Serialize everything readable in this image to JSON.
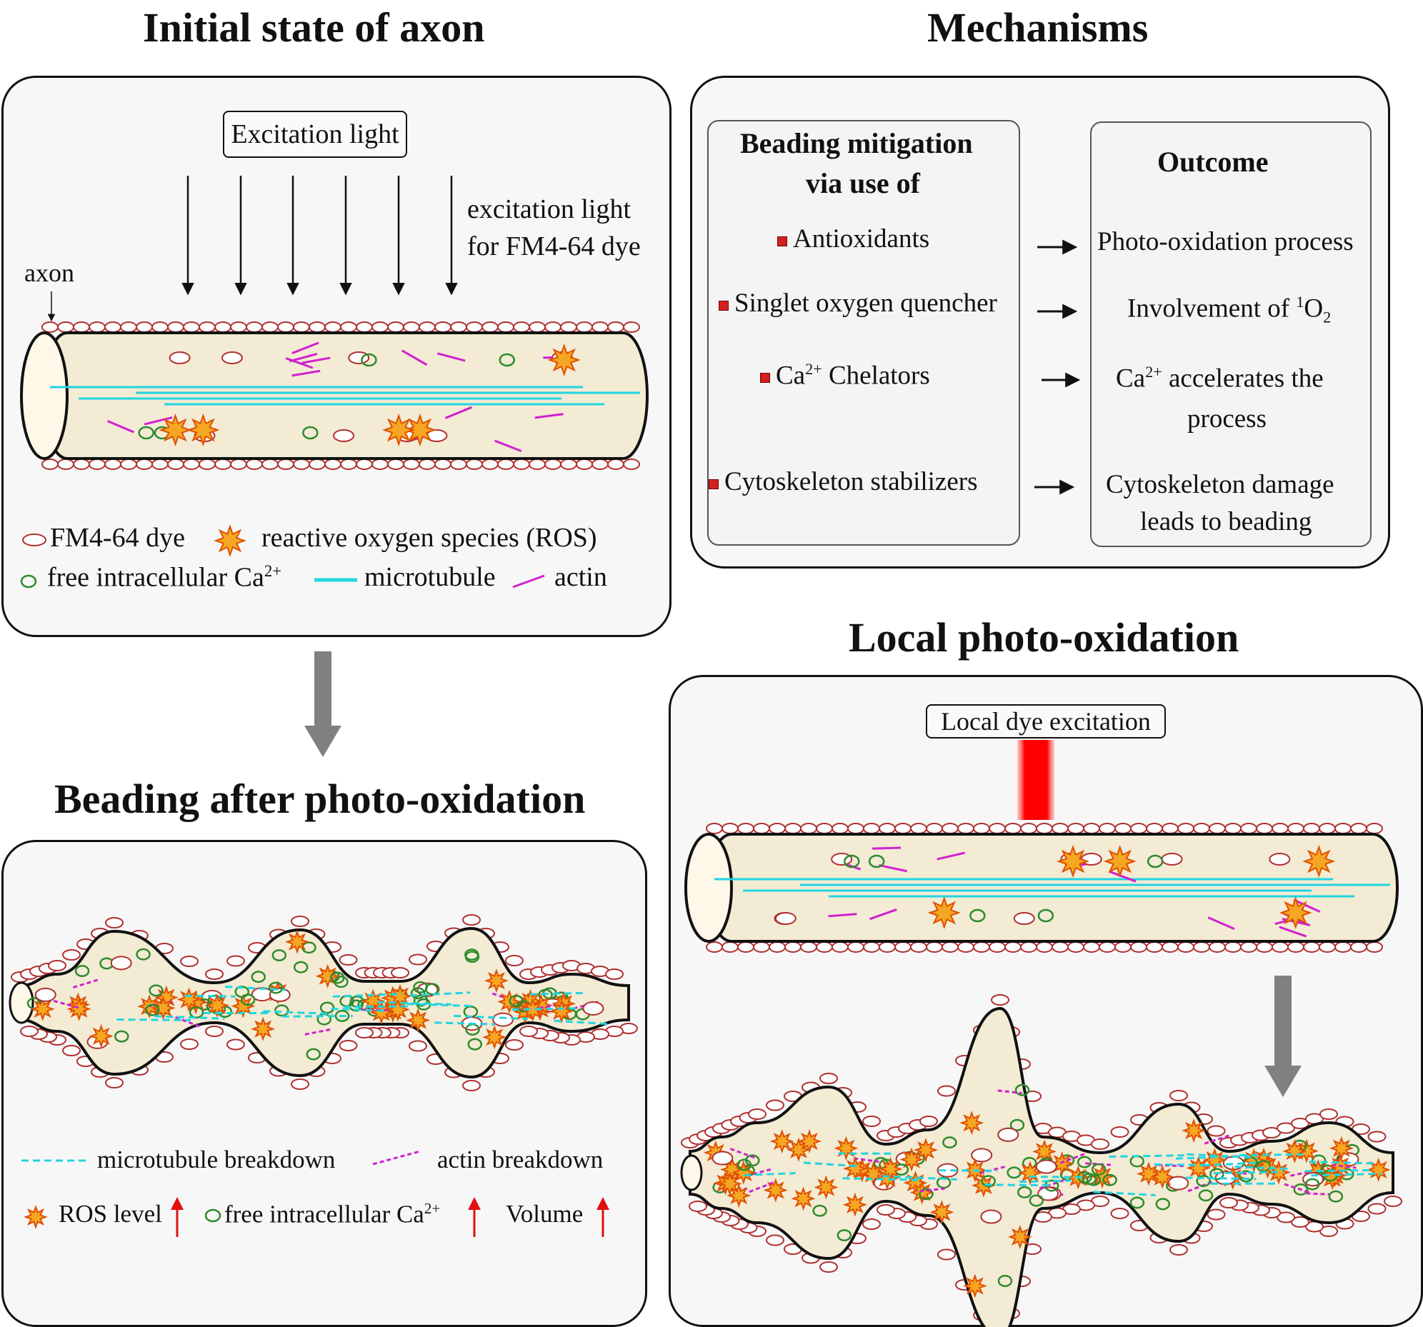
{
  "titles": {
    "initial": "Initial state of axon",
    "mechanisms": "Mechanisms",
    "beading": "Beading after photo-oxidation",
    "local": "Local photo-oxidation"
  },
  "initial_panel": {
    "excitation_box": "Excitation light",
    "excitation_note_line1": "excitation light",
    "excitation_note_line2": "for FM4-64 dye",
    "axon_label": "axon"
  },
  "legend_initial": {
    "dye": "FM4-64 dye",
    "ros": "reactive oxygen species (ROS)",
    "calcium_prefix": "free intracellular Ca",
    "calcium_sup": "2+",
    "microtubule": "microtubule",
    "actin": "actin"
  },
  "mechanisms": {
    "left_header_line1": "Beading mitigation",
    "left_header_line2": "via use of",
    "right_header": "Outcome",
    "rows": [
      {
        "mitigation": "Antioxidants",
        "outcome_line1": "Photo-oxidation process",
        "outcome_line2": ""
      },
      {
        "mitigation": "Singlet oxygen quencher",
        "outcome_line1": "Involvement of ",
        "outcome_line2": ""
      },
      {
        "mitigation": " Chelators",
        "outcome_line1": " accelerates the",
        "outcome_line2": "process"
      },
      {
        "mitigation": "Cytoskeleton stabilizers",
        "outcome_line1": "Cytoskeleton damage",
        "outcome_line2": "leads to beading"
      }
    ],
    "singlet_sup": "1",
    "singlet_base": "O",
    "singlet_sub": "2",
    "ca_base": "Ca",
    "ca_sup": "2+"
  },
  "beading_legend": {
    "mt_breakdown": "microtubule breakdown",
    "actin_breakdown": "actin breakdown",
    "ros_level": "ROS level",
    "calcium_prefix": "free intracellular Ca",
    "calcium_sup": "2+",
    "volume": "Volume"
  },
  "local_panel": {
    "excitation_box": "Local dye excitation"
  },
  "colors": {
    "dye": "#b03030",
    "ros_fill": "#f5a623",
    "ros_stroke": "#e05000",
    "calcium": "#2e8b2e",
    "microtubule": "#22d4e0",
    "actin": "#d020d0",
    "axon_fill": "#f3ebd3",
    "arrow_gray": "#808080",
    "local_beam": "#ff0000",
    "up_arrow": "#e01010",
    "bullet": "#d42020"
  }
}
